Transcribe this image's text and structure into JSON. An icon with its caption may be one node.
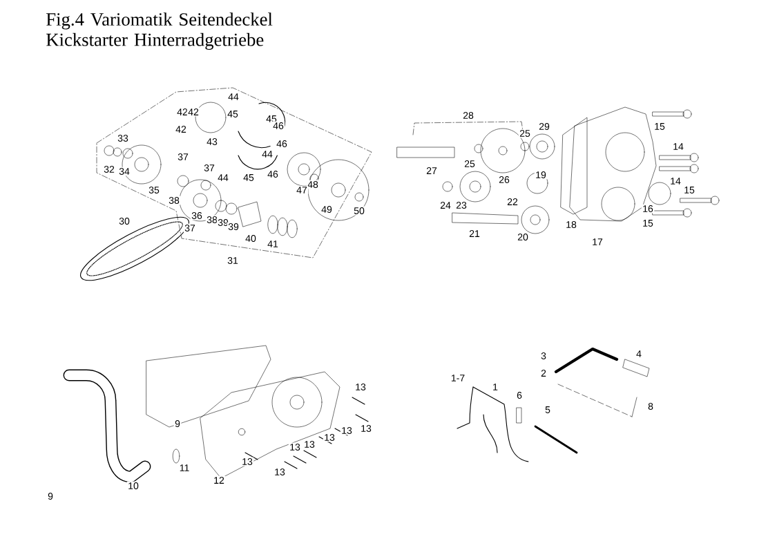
{
  "diagram": {
    "title": "Fig.4 Variomatik Seitendeckel Kickstarter Hinterradgetriebe",
    "labels": [
      "44",
      "42",
      "42",
      "45",
      "45",
      "28",
      "46",
      "15",
      "29",
      "42",
      "25",
      "33",
      "43",
      "46",
      "14",
      "44",
      "37",
      "25",
      "27",
      "32",
      "34",
      "37",
      "19",
      "44",
      "45",
      "46",
      "26",
      "14",
      "48",
      "35",
      "47",
      "15",
      "38",
      "22",
      "24",
      "23",
      "16",
      "49",
      "50",
      "36",
      "38",
      "39",
      "30",
      "15",
      "37",
      "18",
      "39",
      "21",
      "20",
      "40",
      "17",
      "41",
      "31",
      "4",
      "3",
      "2",
      "1-7",
      "1",
      "13",
      "6",
      "8",
      "5",
      "9",
      "13",
      "13",
      "13",
      "13",
      "13",
      "11",
      "13",
      "13",
      "12",
      "10",
      "9"
    ]
  }
}
